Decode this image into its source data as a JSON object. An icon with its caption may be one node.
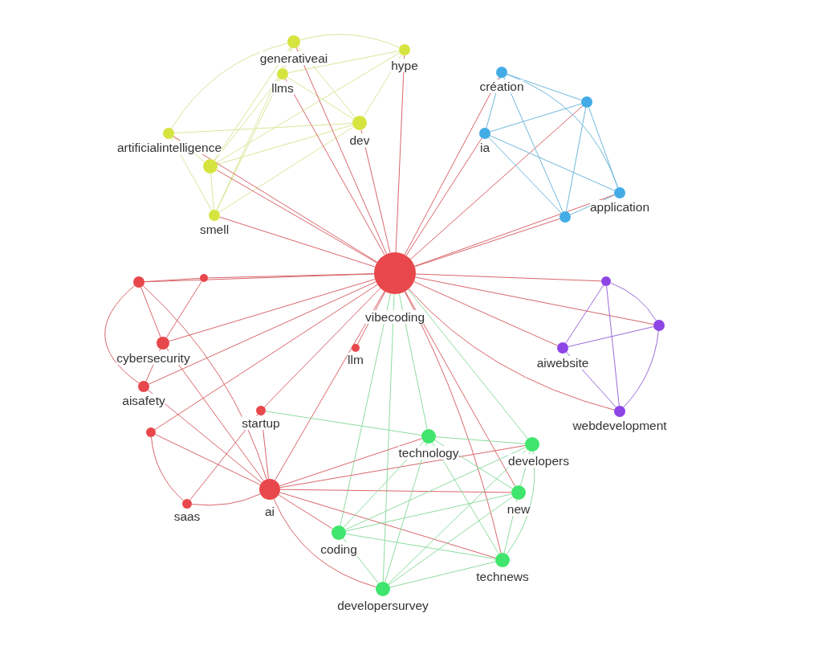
{
  "diagram": {
    "nodes": [
      {
        "text": [
          "generativeai"
        ]
      },
      {
        "text": [
          "hype"
        ]
      },
      {
        "text": [
          "llms"
        ]
      },
      {
        "text": [
          "dev"
        ]
      },
      {
        "text": [
          "artificialintelligence"
        ]
      },
      {
        "text": [],
        "shape": "circle"
      },
      {
        "text": [
          "smell"
        ]
      },
      {
        "text": [
          "création"
        ]
      },
      {
        "text": [],
        "shape": "circle"
      },
      {
        "text": [
          "ia"
        ]
      },
      {
        "text": [
          "application"
        ]
      },
      {
        "text": [],
        "shape": "circle"
      },
      {
        "text": [
          "vibecoding"
        ]
      },
      {
        "text": [],
        "shape": "circle"
      },
      {
        "text": [],
        "shape": "circle"
      },
      {
        "text": [
          "cybersecurity"
        ]
      },
      {
        "text": [
          "llm"
        ]
      },
      {
        "text": [
          "aisafety"
        ]
      },
      {
        "text": [
          "startup"
        ]
      },
      {
        "text": [],
        "shape": "circle"
      },
      {
        "text": [
          "saas"
        ]
      },
      {
        "text": [
          "ai"
        ]
      },
      {
        "text": [],
        "shape": "circle"
      },
      {
        "text": [],
        "shape": "circle"
      },
      {
        "text": [
          "aiwebsite"
        ]
      },
      {
        "text": [
          "webdevelopment"
        ]
      },
      {
        "text": [
          "technology"
        ]
      },
      {
        "text": [
          "developers"
        ]
      },
      {
        "text": [
          "new"
        ]
      },
      {
        "text": [
          "coding"
        ]
      },
      {
        "text": [
          "technews"
        ]
      },
      {
        "text": [
          "developersurvey"
        ]
      }
    ],
    "edges": [
      {
        "from": 0,
        "to": 1,
        "arrow": "none",
        "color": "#d9e69a"
      },
      {
        "from": 0,
        "to": 2,
        "arrow": "none",
        "color": "#d9e69a"
      },
      {
        "from": 0,
        "to": 3,
        "arrow": "none",
        "color": "#d9e69a"
      },
      {
        "from": 0,
        "to": 4,
        "arrow": "none",
        "color": "#d9e69a"
      },
      {
        "from": 0,
        "to": 5,
        "arrow": "none",
        "color": "#d9e69a"
      },
      {
        "from": 0,
        "to": 6,
        "arrow": "none",
        "color": "#d9e69a"
      },
      {
        "from": 2,
        "to": 1,
        "arrow": "none",
        "color": "#d9e69a"
      },
      {
        "from": 2,
        "to": 3,
        "arrow": "none",
        "color": "#d9e69a"
      },
      {
        "from": 2,
        "to": 5,
        "arrow": "none",
        "color": "#d9e69a"
      },
      {
        "from": 2,
        "to": 6,
        "arrow": "none",
        "color": "#d9e69a"
      },
      {
        "from": 1,
        "to": 5,
        "arrow": "none",
        "color": "#d9e69a"
      },
      {
        "from": 1,
        "to": 3,
        "arrow": "none",
        "color": "#d9e69a"
      },
      {
        "from": 3,
        "to": 4,
        "arrow": "none",
        "color": "#d9e69a"
      },
      {
        "from": 3,
        "to": 5,
        "arrow": "none",
        "color": "#d9e69a"
      },
      {
        "from": 3,
        "to": 6,
        "arrow": "none",
        "color": "#d9e69a"
      },
      {
        "from": 4,
        "to": 5,
        "arrow": "none",
        "color": "#d9e69a"
      },
      {
        "from": 4,
        "to": 6,
        "arrow": "none",
        "color": "#d9e69a"
      },
      {
        "from": 5,
        "to": 6,
        "arrow": "none",
        "color": "#d9e69a"
      },
      {
        "from": 12,
        "to": 0,
        "arrow": "none"
      },
      {
        "from": 12,
        "to": 2,
        "arrow": "none"
      },
      {
        "from": 12,
        "to": 1,
        "arrow": "none"
      },
      {
        "from": 12,
        "to": 3,
        "arrow": "none"
      },
      {
        "from": 12,
        "to": 4,
        "arrow": "none"
      },
      {
        "from": 12,
        "to": 5,
        "arrow": "none"
      },
      {
        "from": 12,
        "to": 6,
        "arrow": "none"
      },
      {
        "from": 12,
        "to": 7,
        "arrow": "none"
      },
      {
        "from": 12,
        "to": 9,
        "arrow": "none"
      },
      {
        "from": 12,
        "to": 8,
        "arrow": "none"
      },
      {
        "from": 12,
        "to": 10,
        "arrow": "none"
      },
      {
        "from": 12,
        "to": 11,
        "arrow": "none"
      },
      {
        "from": 7,
        "to": 9,
        "arrow": "none",
        "color": "#6fb8dc"
      },
      {
        "from": 7,
        "to": 10,
        "arrow": "none",
        "color": "#6fb8dc"
      },
      {
        "from": 7,
        "to": 11,
        "arrow": "none",
        "color": "#6fb8dc"
      },
      {
        "from": 7,
        "to": 8,
        "arrow": "none",
        "color": "#6fb8dc"
      },
      {
        "from": 9,
        "to": 8,
        "arrow": "none",
        "color": "#6fb8dc"
      },
      {
        "from": 9,
        "to": 10,
        "arrow": "none",
        "color": "#6fb8dc"
      },
      {
        "from": 9,
        "to": 11,
        "arrow": "none",
        "color": "#6fb8dc"
      },
      {
        "from": 8,
        "to": 11,
        "arrow": "none",
        "color": "#6fb8dc"
      },
      {
        "from": 8,
        "to": 10,
        "arrow": "none",
        "color": "#6fb8dc"
      },
      {
        "from": 11,
        "to": 10,
        "arrow": "none",
        "color": "#6fb8dc"
      },
      {
        "from": 12,
        "to": 13,
        "arrow": "none"
      },
      {
        "from": 12,
        "to": 14,
        "arrow": "none"
      },
      {
        "from": 12,
        "to": 15,
        "arrow": "none"
      },
      {
        "from": 12,
        "to": 17,
        "arrow": "none"
      },
      {
        "from": 12,
        "to": 19,
        "arrow": "none"
      },
      {
        "from": 12,
        "to": 18,
        "arrow": "none"
      },
      {
        "from": 12,
        "to": 16,
        "arrow": "none"
      },
      {
        "from": 12,
        "to": 21,
        "arrow": "none"
      },
      {
        "from": 13,
        "to": 14,
        "arrow": "none"
      },
      {
        "from": 13,
        "to": 15,
        "arrow": "none"
      },
      {
        "from": 13,
        "to": 17,
        "arrow": "none"
      },
      {
        "from": 13,
        "to": 21,
        "arrow": "none"
      },
      {
        "from": 14,
        "to": 15,
        "arrow": "none"
      },
      {
        "from": 15,
        "to": 17,
        "arrow": "none"
      },
      {
        "from": 15,
        "to": 21,
        "arrow": "none"
      },
      {
        "from": 17,
        "to": 21,
        "arrow": "none"
      },
      {
        "from": 19,
        "to": 21,
        "arrow": "none"
      },
      {
        "from": 19,
        "to": 20,
        "arrow": "none"
      },
      {
        "from": 20,
        "to": 21,
        "arrow": "none"
      },
      {
        "from": 20,
        "to": 18,
        "arrow": "none"
      },
      {
        "from": 18,
        "to": 21,
        "arrow": "none"
      },
      {
        "from": 12,
        "to": 22,
        "arrow": "none"
      },
      {
        "from": 12,
        "to": 23,
        "arrow": "none"
      },
      {
        "from": 12,
        "to": 24,
        "arrow": "none"
      },
      {
        "from": 12,
        "to": 25,
        "arrow": "none"
      },
      {
        "from": 22,
        "to": 24,
        "arrow": "none",
        "color": "#9b6ad8"
      },
      {
        "from": 22,
        "to": 25,
        "arrow": "none",
        "color": "#9b6ad8"
      },
      {
        "from": 22,
        "to": 23,
        "arrow": "none",
        "color": "#9b6ad8"
      },
      {
        "from": 24,
        "to": 23,
        "arrow": "none",
        "color": "#9b6ad8"
      },
      {
        "from": 24,
        "to": 25,
        "arrow": "none",
        "color": "#9b6ad8"
      },
      {
        "from": 23,
        "to": 25,
        "arrow": "none",
        "color": "#9b6ad8"
      },
      {
        "from": 12,
        "to": 29,
        "arrow": "none",
        "color": "#8edc9f"
      },
      {
        "from": 12,
        "to": 31,
        "arrow": "none",
        "color": "#8edc9f"
      },
      {
        "from": 12,
        "to": 26,
        "arrow": "none",
        "color": "#8edc9f"
      },
      {
        "from": 12,
        "to": 27,
        "arrow": "none",
        "color": "#8edc9f"
      },
      {
        "from": 12,
        "to": 28,
        "arrow": "none"
      },
      {
        "from": 12,
        "to": 30,
        "arrow": "none"
      },
      {
        "from": 21,
        "to": 26,
        "arrow": "none"
      },
      {
        "from": 21,
        "to": 27,
        "arrow": "none"
      },
      {
        "from": 21,
        "to": 28,
        "arrow": "none"
      },
      {
        "from": 21,
        "to": 29,
        "arrow": "none"
      },
      {
        "from": 21,
        "to": 31,
        "arrow": "none"
      },
      {
        "from": 21,
        "to": 30,
        "arrow": "none"
      },
      {
        "from": 18,
        "to": 26,
        "arrow": "none",
        "color": "#8edc9f"
      },
      {
        "from": 26,
        "to": 27,
        "arrow": "none",
        "color": "#8edc9f"
      },
      {
        "from": 26,
        "to": 28,
        "arrow": "none",
        "color": "#8edc9f"
      },
      {
        "from": 26,
        "to": 29,
        "arrow": "none",
        "color": "#8edc9f"
      },
      {
        "from": 26,
        "to": 31,
        "arrow": "none",
        "color": "#8edc9f"
      },
      {
        "from": 26,
        "to": 30,
        "arrow": "none",
        "color": "#8edc9f"
      },
      {
        "from": 27,
        "to": 28,
        "arrow": "none",
        "color": "#8edc9f"
      },
      {
        "from": 27,
        "to": 29,
        "arrow": "none",
        "color": "#8edc9f"
      },
      {
        "from": 27,
        "to": 31,
        "arrow": "none",
        "color": "#8edc9f"
      },
      {
        "from": 27,
        "to": 30,
        "arrow": "none",
        "color": "#8edc9f"
      },
      {
        "from": 28,
        "to": 29,
        "arrow": "none",
        "color": "#8edc9f"
      },
      {
        "from": 28,
        "to": 31,
        "arrow": "none",
        "color": "#8edc9f"
      },
      {
        "from": 28,
        "to": 30,
        "arrow": "none",
        "color": "#8edc9f"
      },
      {
        "from": 29,
        "to": 30,
        "arrow": "none",
        "color": "#8edc9f"
      },
      {
        "from": 29,
        "to": 31,
        "arrow": "none",
        "color": "#8edc9f"
      },
      {
        "from": 31,
        "to": 30,
        "arrow": "none",
        "color": "#8edc9f"
      }
    ]
  }
}
